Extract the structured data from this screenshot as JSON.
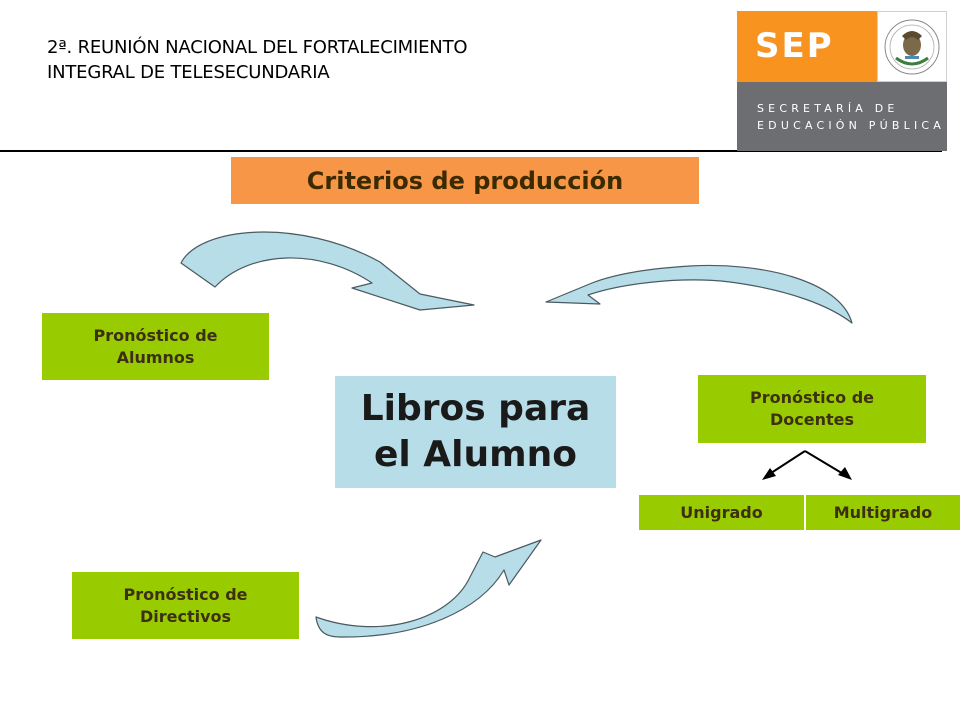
{
  "header": {
    "title_line1": "2ª. REUNIÓN NACIONAL DEL FORTALECIMIENTO",
    "title_line2": "INTEGRAL DE TELESECUNDARIA"
  },
  "logo": {
    "brand": "SEP",
    "line1": "SECRETARÍA DE",
    "line2": "EDUCACIÓN PÚBLICA"
  },
  "diagram": {
    "title": "Criterios de producción",
    "center_line1": "Libros para",
    "center_line2": "el Alumno",
    "alumnos": {
      "line1": "Pronóstico de",
      "line2": "Alumnos"
    },
    "docentes": {
      "line1": "Pronóstico de",
      "line2": "Docentes"
    },
    "directivos": {
      "line1": "Pronóstico de",
      "line2": "Directivos"
    },
    "unigrado": "Unigrado",
    "multigrado": "Multigrado"
  },
  "colors": {
    "green": "#99cc00",
    "orange": "#f79646",
    "center": "#b7dee8",
    "arrow_fill": "#b7dee8",
    "sep_orange": "#f7931e",
    "sep_gray": "#6d6e71"
  }
}
